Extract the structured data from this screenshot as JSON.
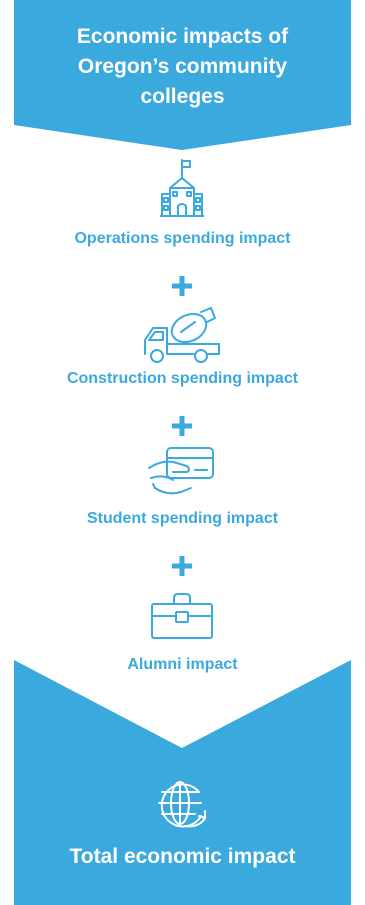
{
  "title_lines": [
    "Economic impacts of",
    "Oregon’s community",
    "colleges"
  ],
  "items": [
    {
      "label": "Operations spending impact",
      "icon": "school-building-icon"
    },
    {
      "label": "Construction spending impact",
      "icon": "cement-mixer-truck-icon"
    },
    {
      "label": "Student spending impact",
      "icon": "hand-credit-card-icon"
    },
    {
      "label": "Alumni impact",
      "icon": "briefcase-icon"
    }
  ],
  "plus_symbol": "+",
  "total_label": "Total economic impact",
  "total_icon": "globe-arrow-icon",
  "colors": {
    "accent": "#3aa9de",
    "background": "#ffffff"
  }
}
